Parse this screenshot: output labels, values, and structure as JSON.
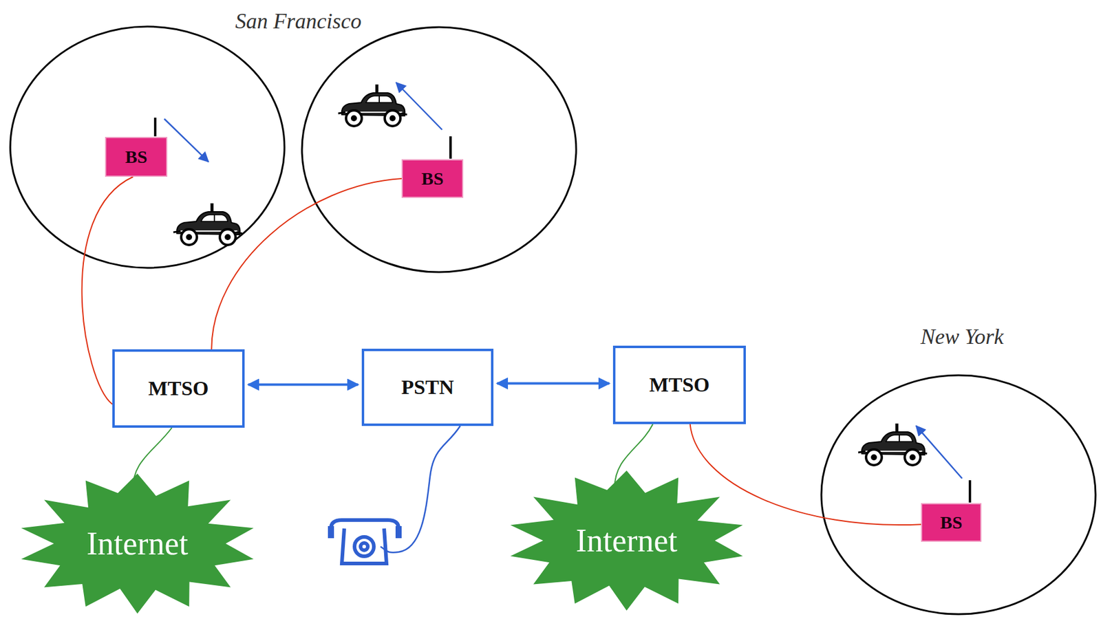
{
  "diagram": {
    "nodes": [
      {
        "text": [
          "BS"
        ]
      },
      {
        "text": [
          "BS"
        ]
      },
      {
        "text": [
          "MTSO"
        ]
      },
      {
        "text": [
          "PSTN"
        ]
      },
      {
        "text": [
          "MTSO"
        ]
      },
      {
        "text": [
          "BS"
        ]
      },
      {
        "text": [
          "Internet"
        ]
      },
      {
        "text": [
          "Internet"
        ]
      }
    ],
    "edges": [
      {
        "from": 0,
        "to": 2,
        "arrow": "none"
      },
      {
        "from": 1,
        "to": 2,
        "arrow": "none"
      },
      {
        "from": 2,
        "to": 3,
        "arrow": "both"
      },
      {
        "from": 3,
        "to": 4,
        "arrow": "both"
      },
      {
        "from": 4,
        "to": 5,
        "arrow": "none"
      },
      {
        "from": 2,
        "to": 6,
        "arrow": "none"
      },
      {
        "from": 4,
        "to": 7,
        "arrow": "none"
      }
    ],
    "labels": [
      "San Francisco",
      "New York"
    ]
  }
}
